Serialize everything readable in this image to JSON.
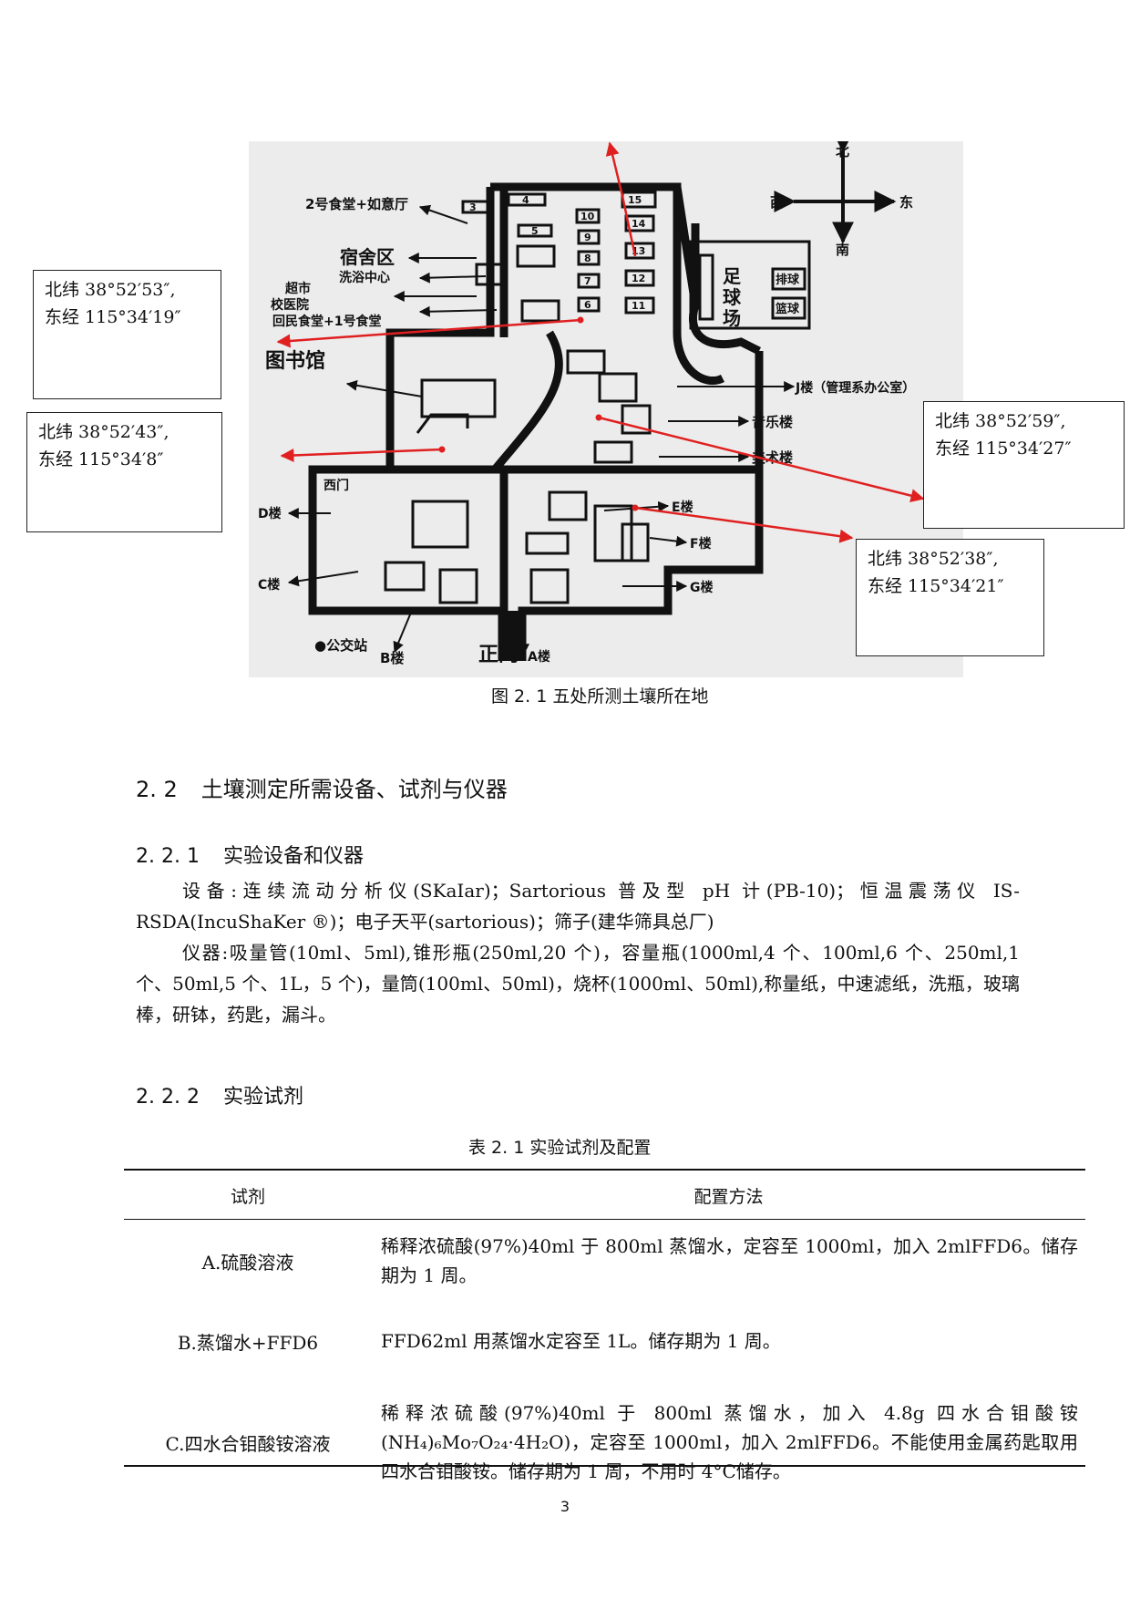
{
  "figure": {
    "callouts": [
      {
        "lat": "北纬 38°52′53″,",
        "lon": "东经 115°34′19″"
      },
      {
        "lat": "北纬 38°52′43″,",
        "lon": "东经 115°34′8″"
      },
      {
        "lat": "北纬 38°52′59″,",
        "lon": "东经 115°34′27″"
      },
      {
        "lat": "北纬 38°52′38″,",
        "lon": "东经 115°34′21″"
      }
    ],
    "map_labels": {
      "canteen2": "2号食堂+如意厅",
      "dorm": "宿舍区",
      "bath": "洗浴中心",
      "market": "超市",
      "hospital": "校医院",
      "hui": "回民食堂+1号食堂",
      "library": "图书馆",
      "jbuilding": "J楼（管理系办公室）",
      "music": "音乐楼",
      "art": "美术楼",
      "westgate": "西门",
      "d": "D楼",
      "c": "C楼",
      "b": "B楼",
      "bus": "●公交站",
      "main_gate": "正门",
      "a": "A楼",
      "e": "E楼",
      "f": "F楼",
      "g": "G楼",
      "field1": "足",
      "field2": "球",
      "field3": "场",
      "volley": "排球",
      "basket": "篮球",
      "north": "北",
      "south": "南",
      "west": "西",
      "east": "东"
    },
    "building_numbers": [
      "3",
      "4",
      "5",
      "10",
      "9",
      "8",
      "7",
      "6",
      "15",
      "14",
      "13",
      "12",
      "11"
    ],
    "caption": "图 2. 1    五处所测土壤所在地"
  },
  "section": {
    "number": "2. 2",
    "title": "土壤测定所需设备、试剂与仪器"
  },
  "sub1": {
    "number": "2. 2. 1",
    "title": "实验设备和仪器"
  },
  "equipment": "设备:连续流动分析仪(SKaIar)；Sartorious 普及型 pH 计(PB-10)；恒温震荡仪 IS-RSDA(IncuShaKer ®)；电子天平(sartorious)；筛子(建华筛具总厂)",
  "instruments": "仪器:吸量管(10ml、5ml),锥形瓶(250ml,20 个)，容量瓶(1000ml,4 个、100ml,6 个、250ml,1 个、50ml,5 个、1L，5 个)，量筒(100ml、50ml)，烧杯(1000ml、50ml),称量纸，中速滤纸，洗瓶，玻璃棒，研钵，药匙，漏斗。",
  "sub2": {
    "number": "2. 2. 2",
    "title": "实验试剂"
  },
  "table": {
    "caption": "表 2. 1    实验试剂及配置",
    "headers": [
      "试剂",
      "配置方法"
    ],
    "rows": [
      {
        "reagent": "A.硫酸溶液",
        "method": "稀释浓硫酸(97%)40ml 于 800ml 蒸馏水，定容至 1000ml，加入 2mlFFD6。储存期为 1 周。"
      },
      {
        "reagent": "B.蒸馏水+FFD6",
        "method": "FFD62ml 用蒸馏水定容至 1L。储存期为 1 周。"
      },
      {
        "reagent": "C.四水合钼酸铵溶液",
        "method": "稀释浓硫酸(97%)40ml 于 800ml 蒸馏水，加入 4.8g 四水合钼酸铵(NH₄)₆Mo₇O₂₄·4H₂O)，定容至 1000ml，加入 2mlFFD6。不能使用金属药匙取用四水合钼酸铵。储存期为 1 周，不用时 4°C储存。"
      }
    ]
  },
  "page_number": "3",
  "colors": {
    "marker": "#e02020",
    "map_bg": "#ececec",
    "ink": "#111111"
  }
}
